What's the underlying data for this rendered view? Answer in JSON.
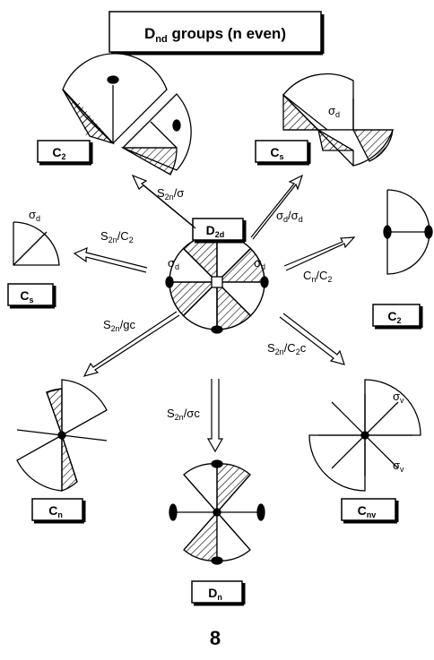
{
  "title": {
    "main": "D",
    "sub": "nd",
    "rest": " groups (n even)"
  },
  "center": {
    "main": "D",
    "sub": "2d"
  },
  "boxes": {
    "c2_topleft": {
      "main": "C",
      "sub": "2"
    },
    "cs_topright": {
      "main": "C",
      "sub": "s"
    },
    "cs_left": {
      "main": "C",
      "sub": "s"
    },
    "c2_right": {
      "main": "C",
      "sub": "2"
    },
    "cn_bottomleft": {
      "main": "C",
      "sub": "n"
    },
    "dn_bottom": {
      "main": "D",
      "sub": "n"
    },
    "cnv_bottomright": {
      "main": "C",
      "sub": "nv"
    }
  },
  "arrows": {
    "upleft": {
      "main": "S",
      "sub": "2n",
      "rest": "/σ"
    },
    "left": {
      "main": "S",
      "sub": "2n",
      "rest": "/C",
      "sub2": "2"
    },
    "upright": {
      "main": "σ",
      "sub": "d",
      "rest": "/σ",
      "sub2": "d"
    },
    "right": {
      "main": "C",
      "sub": "n",
      "rest": "/C",
      "sub2": "2"
    },
    "downleft": {
      "main": "S",
      "sub": "2n",
      "rest": "/gc"
    },
    "down": {
      "main": "S",
      "sub": "2n",
      "rest": "/σc"
    },
    "downright": {
      "main": "S",
      "sub": "2n",
      "rest": "/C",
      "sub2": "2",
      "rest2": "c"
    }
  },
  "plane_labels": {
    "sigma": "σ",
    "d": "d",
    "v": "v"
  },
  "figure_number": "8"
}
